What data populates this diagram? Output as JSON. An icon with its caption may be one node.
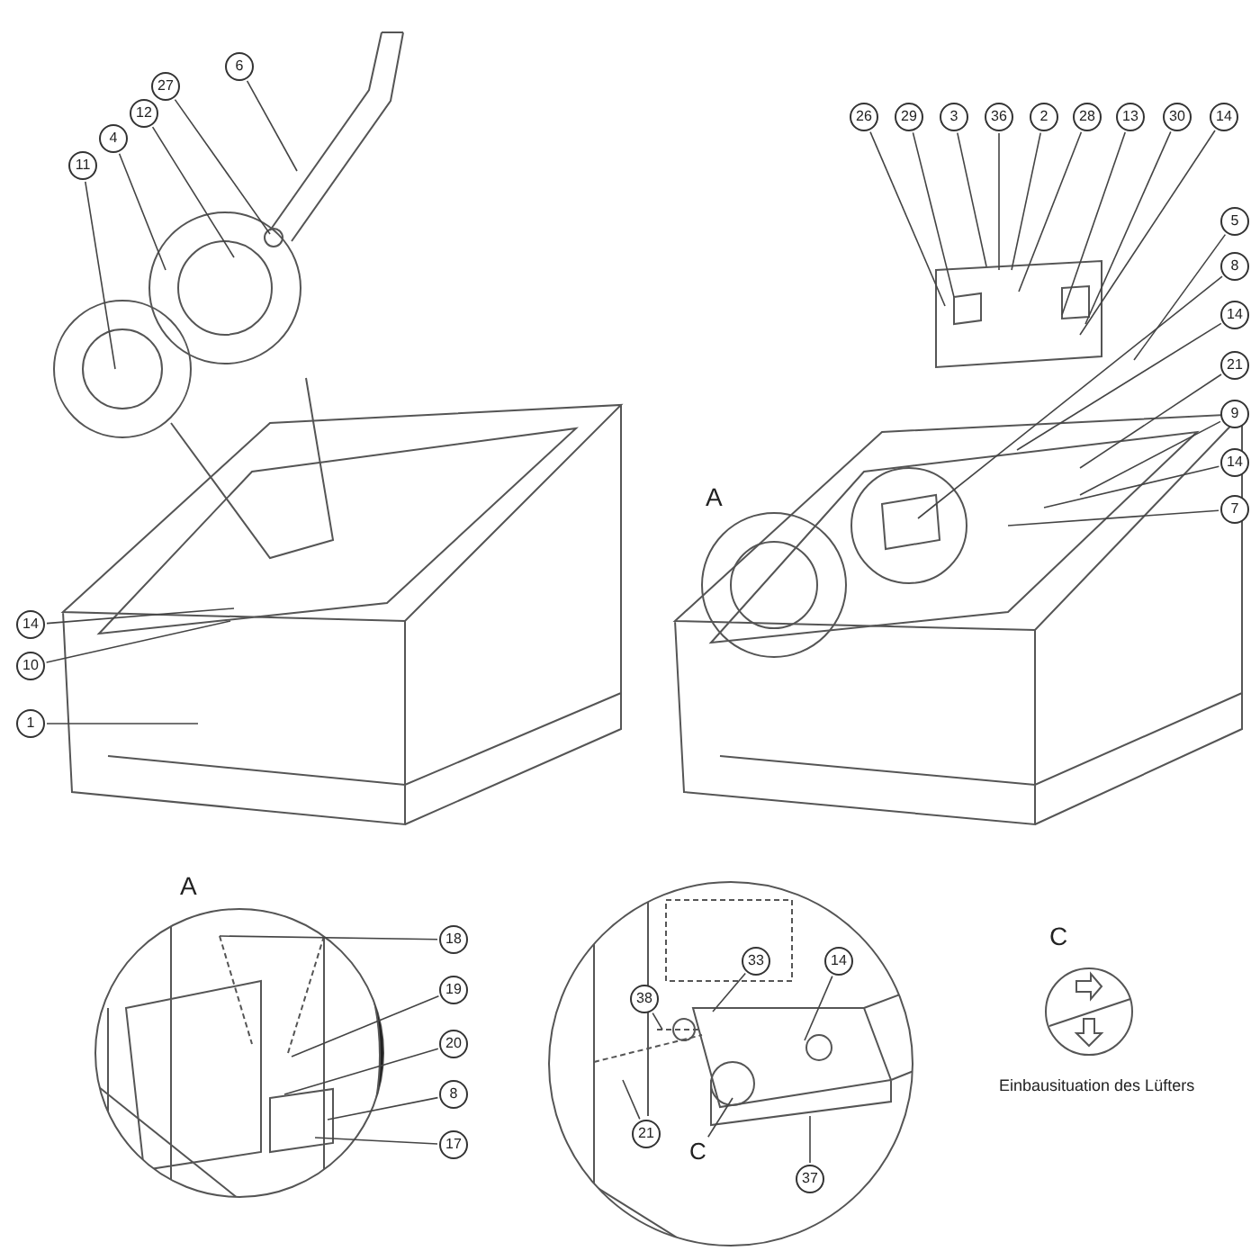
{
  "diagram": {
    "nodes": [
      {
        "text": [
          "6"
        ]
      },
      {
        "text": [
          "27"
        ]
      },
      {
        "text": [
          "12"
        ]
      },
      {
        "text": [
          "4"
        ]
      },
      {
        "text": [
          "11"
        ]
      },
      {
        "text": [
          "14"
        ]
      },
      {
        "text": [
          "10"
        ]
      },
      {
        "text": [
          "1"
        ]
      },
      {
        "text": [
          "26"
        ]
      },
      {
        "text": [
          "29"
        ]
      },
      {
        "text": [
          "3"
        ]
      },
      {
        "text": [
          "36"
        ]
      },
      {
        "text": [
          "2"
        ]
      },
      {
        "text": [
          "28"
        ]
      },
      {
        "text": [
          "13"
        ]
      },
      {
        "text": [
          "30"
        ]
      },
      {
        "text": [
          "14"
        ]
      },
      {
        "text": [
          "5"
        ]
      },
      {
        "text": [
          "8"
        ]
      },
      {
        "text": [
          "14"
        ]
      },
      {
        "text": [
          "21"
        ]
      },
      {
        "text": [
          "9"
        ]
      },
      {
        "text": [
          "14"
        ]
      },
      {
        "text": [
          "7"
        ]
      },
      {
        "text": [
          "18"
        ]
      },
      {
        "text": [
          "19"
        ]
      },
      {
        "text": [
          "20"
        ]
      },
      {
        "text": [
          "8"
        ]
      },
      {
        "text": [
          "17"
        ]
      },
      {
        "text": [
          "38"
        ]
      },
      {
        "text": [
          "33"
        ]
      },
      {
        "text": [
          "14"
        ]
      },
      {
        "text": [
          "21"
        ]
      },
      {
        "text": [
          "C"
        ]
      },
      {
        "text": [
          "37"
        ]
      }
    ],
    "edges": [
      {
        "from": 0,
        "to": null,
        "arrow": "none"
      },
      {
        "from": 1,
        "to": null,
        "arrow": "none"
      },
      {
        "from": 2,
        "to": null,
        "arrow": "none"
      },
      {
        "from": 3,
        "to": null,
        "arrow": "none"
      },
      {
        "from": 4,
        "to": null,
        "arrow": "none"
      },
      {
        "from": 5,
        "to": null,
        "arrow": "none"
      },
      {
        "from": 6,
        "to": null,
        "arrow": "none"
      },
      {
        "from": 7,
        "to": null,
        "arrow": "none"
      },
      {
        "from": 8,
        "to": null,
        "arrow": "none"
      },
      {
        "from": 9,
        "to": null,
        "arrow": "none"
      },
      {
        "from": 10,
        "to": null,
        "arrow": "none"
      },
      {
        "from": 11,
        "to": null,
        "arrow": "none"
      },
      {
        "from": 12,
        "to": null,
        "arrow": "none"
      },
      {
        "from": 13,
        "to": null,
        "arrow": "none"
      },
      {
        "from": 14,
        "to": null,
        "arrow": "none"
      },
      {
        "from": 15,
        "to": null,
        "arrow": "none"
      },
      {
        "from": 16,
        "to": null,
        "arrow": "none"
      },
      {
        "from": 17,
        "to": null,
        "arrow": "none"
      },
      {
        "from": 18,
        "to": null,
        "arrow": "none"
      },
      {
        "from": 19,
        "to": null,
        "arrow": "none"
      },
      {
        "from": 20,
        "to": null,
        "arrow": "none"
      },
      {
        "from": 21,
        "to": null,
        "arrow": "none"
      },
      {
        "from": 22,
        "to": null,
        "arrow": "none"
      },
      {
        "from": 23,
        "to": null,
        "arrow": "none"
      },
      {
        "from": 24,
        "to": null,
        "arrow": "none"
      },
      {
        "from": 25,
        "to": null,
        "arrow": "none"
      },
      {
        "from": 26,
        "to": null,
        "arrow": "none"
      },
      {
        "from": 27,
        "to": null,
        "arrow": "none"
      },
      {
        "from": 28,
        "to": null,
        "arrow": "none"
      },
      {
        "from": 29,
        "to": null,
        "arrow": "none"
      },
      {
        "from": 30,
        "to": null,
        "arrow": "none"
      },
      {
        "from": 31,
        "to": null,
        "arrow": "none"
      },
      {
        "from": 32,
        "to": null,
        "arrow": "none"
      },
      {
        "from": 33,
        "to": null,
        "arrow": "none"
      },
      {
        "from": 34,
        "to": null,
        "arrow": "none"
      }
    ],
    "labels": [
      "A",
      "A",
      "C",
      "Einbausituation des Lüfters"
    ]
  }
}
